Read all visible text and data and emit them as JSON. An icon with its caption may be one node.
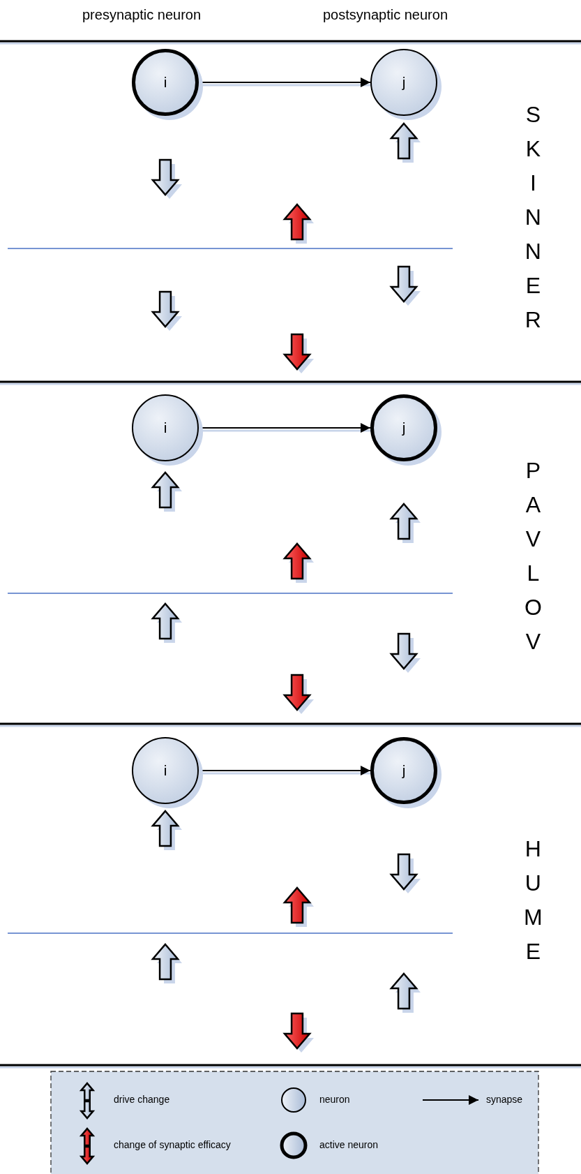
{
  "diagram": {
    "nodes": [
      {
        "text": [
          "i"
        ]
      },
      {
        "text": [
          "j"
        ]
      },
      {
        "text": [
          "i"
        ]
      },
      {
        "text": [
          "j"
        ]
      },
      {
        "text": [
          "i"
        ]
      },
      {
        "text": [
          "j"
        ]
      }
    ],
    "edges": [
      {
        "from": 0,
        "to": 1,
        "arrow": "to"
      },
      {
        "from": 2,
        "to": 3,
        "arrow": "to"
      },
      {
        "from": 4,
        "to": 5,
        "arrow": "to"
      }
    ],
    "labels": [
      "presynaptic neuron",
      "postsynaptic neuron",
      "SKINNER",
      "PAVLOV",
      "HUME"
    ],
    "legend": [
      {
        "text": "drive change"
      },
      {
        "text": "neuron"
      },
      {
        "text": "synapse"
      },
      {
        "text": "change of synaptic efficacy"
      },
      {
        "text": "active neuron"
      }
    ]
  }
}
